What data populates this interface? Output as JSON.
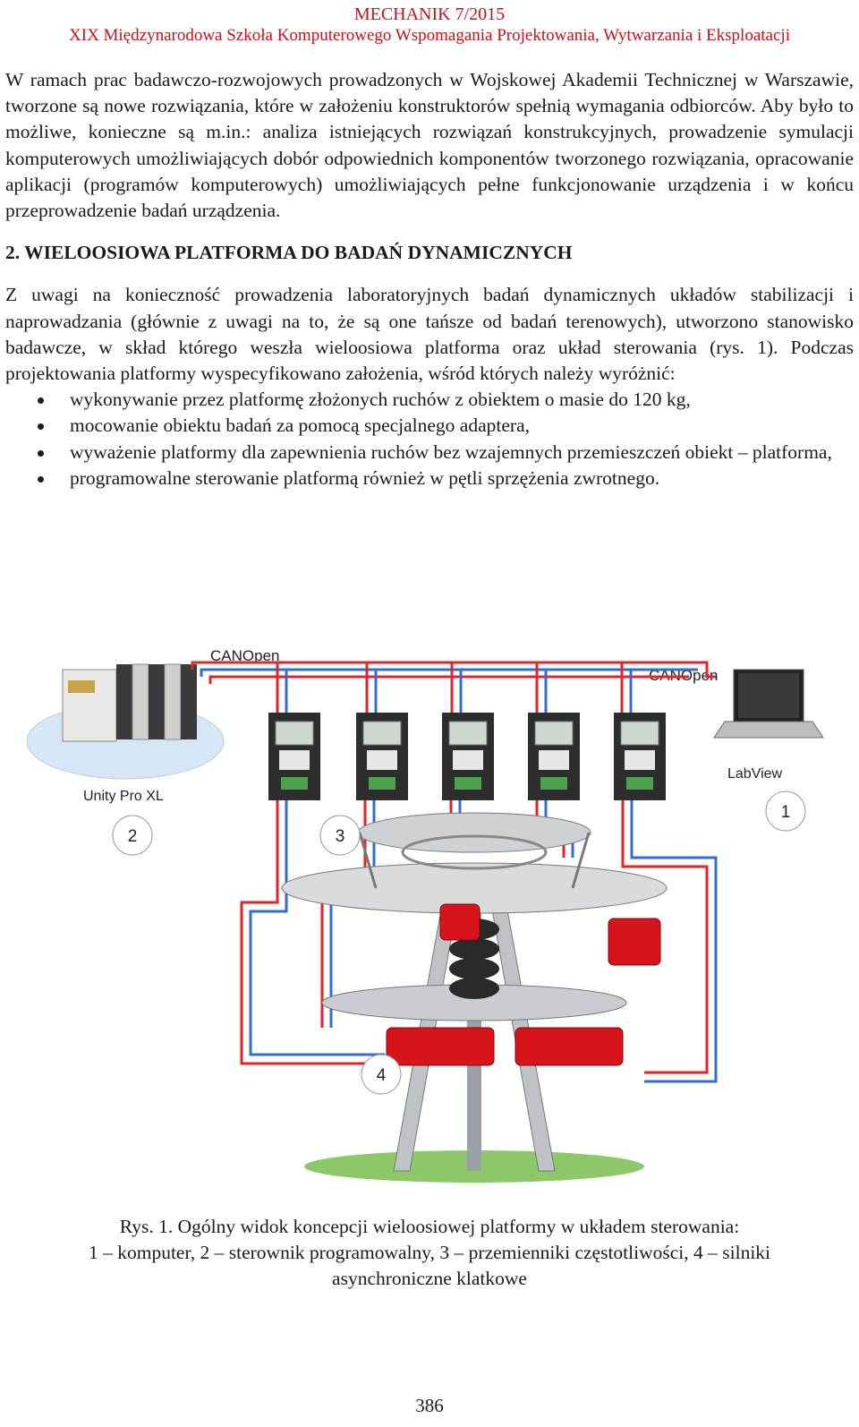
{
  "header": {
    "journal": "MECHANIK 7/2015",
    "conference": "XIX Międzynarodowa Szkoła Komputerowego Wspomagania Projektowania, Wytwarzania i Eksploatacji"
  },
  "intro_paragraph": "W ramach prac badawczo-rozwojowych prowadzonych w Wojskowej Akademii Technicznej w Warszawie, tworzone są nowe rozwiązania, które w założeniu konstruktorów spełnią wymagania odbiorców. Aby było to możliwe, konieczne są m.in.: analiza istniejących rozwiązań konstrukcyjnych, prowadzenie symulacji komputerowych umożliwiających dobór odpowiednich komponentów tworzonego rozwiązania, opracowanie aplikacji (programów komputerowych) umożliwiających pełne funkcjonowanie urządzenia i w końcu przeprowadzenie badań urządzenia.",
  "section": {
    "title": "2. WIELOOSIOWA PLATFORMA DO BADAŃ DYNAMICZNYCH",
    "paragraph": "Z uwagi na konieczność prowadzenia laboratoryjnych badań dynamicznych układów stabilizacji i naprowadzania (głównie z uwagi na to, że są one tańsze od badań terenowych), utworzono stanowisko badawcze, w skład którego weszła wieloosiowa platforma oraz układ sterowania (rys. 1). Podczas projektowania platformy wyspecyfikowano założenia, wśród których należy wyróżnić:",
    "bullets": [
      "wykonywanie przez platformę złożonych ruchów z obiektem o masie do 120 kg,",
      "mocowanie obiektu badań za pomocą specjalnego adaptera,",
      "wyważenie platformy dla zapewnienia ruchów bez wzajemnych przemieszczeń obiekt – platforma,",
      "programowalne sterowanie platformą również w pętli sprzężenia zwrotnego."
    ]
  },
  "figure": {
    "label_canopen_left": "CANOpen",
    "label_canopen_right": "CANOpen",
    "label_unity": "Unity Pro XL",
    "label_labview": "LabView",
    "markers": [
      "1",
      "2",
      "3",
      "4"
    ],
    "colors": {
      "red_wire": "#e2252b",
      "blue_wire": "#2f6fd0",
      "motor_red": "#d8141a"
    }
  },
  "caption": {
    "line1": "Rys. 1. Ogólny widok koncepcji wieloosiowej platformy w układem sterowania:",
    "line2": "1 – komputer, 2 – sterownik programowalny, 3 – przemienniki częstotliwości, 4 – silniki",
    "line3": "asynchroniczne klatkowe"
  },
  "page_number": "386"
}
